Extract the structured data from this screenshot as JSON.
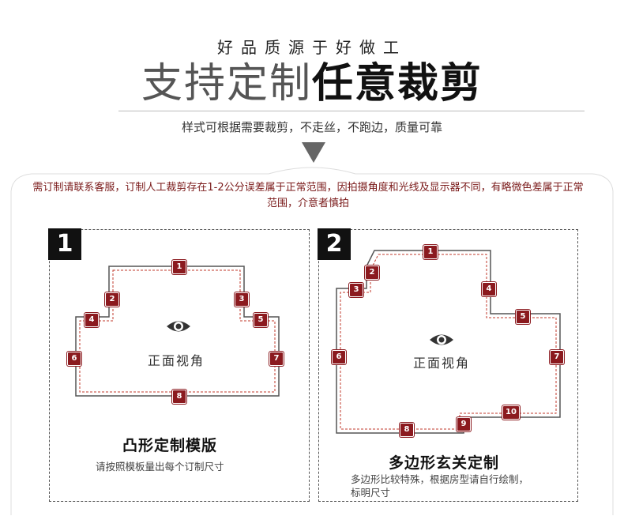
{
  "header": {
    "tagline": "好品质源于好做工",
    "title_light": "支持定制",
    "title_bold": "任意裁剪",
    "subtitle": "样式可根据需要裁剪，不走丝，不跑边，质量可靠"
  },
  "notice": {
    "text": "需订制请联系客服，订制人工裁剪存在1-2公分误差属于正常范围，因拍摄角度和光线及显示器不同，有略微色差属于正常范围，介意者慎拍"
  },
  "colors": {
    "badge": "#8b1a1f",
    "accent_dash": "#c0392b",
    "outline": "#555555"
  },
  "panels": [
    {
      "badge": "1",
      "view_label": "正面视角",
      "icon": "eye-icon",
      "title": "凸形定制模版",
      "desc": "请按照模板量出每个订制尺寸",
      "markers": [
        "1",
        "2",
        "3",
        "4",
        "5",
        "6",
        "7",
        "8"
      ]
    },
    {
      "badge": "2",
      "view_label": "正面视角",
      "icon": "eye-icon",
      "title": "多边形玄关定制",
      "desc_line1": "多边形比较特殊，根据房型请自行绘制，",
      "desc_line2": "标明尺寸",
      "markers": [
        "1",
        "2",
        "3",
        "4",
        "5",
        "6",
        "7",
        "8",
        "9",
        "10"
      ]
    }
  ]
}
